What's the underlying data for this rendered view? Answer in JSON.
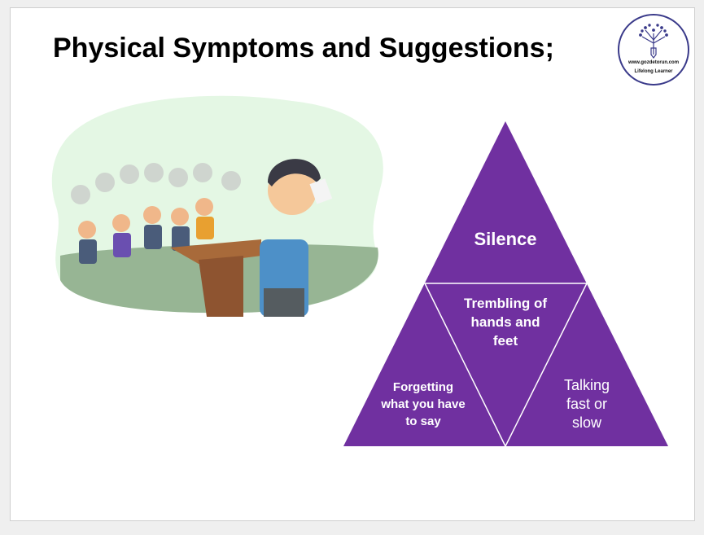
{
  "slide": {
    "title": "Physical Symptoms and Suggestions;",
    "logo": {
      "url": "www.gozdetorun.com",
      "tagline": "Lifelong Learner"
    },
    "pyramid": {
      "color": "#7030A0",
      "top": "Silence",
      "center": "Trembling of hands and feet",
      "left": "Forgetting what you have to say",
      "right": "Talking fast or slow"
    }
  }
}
